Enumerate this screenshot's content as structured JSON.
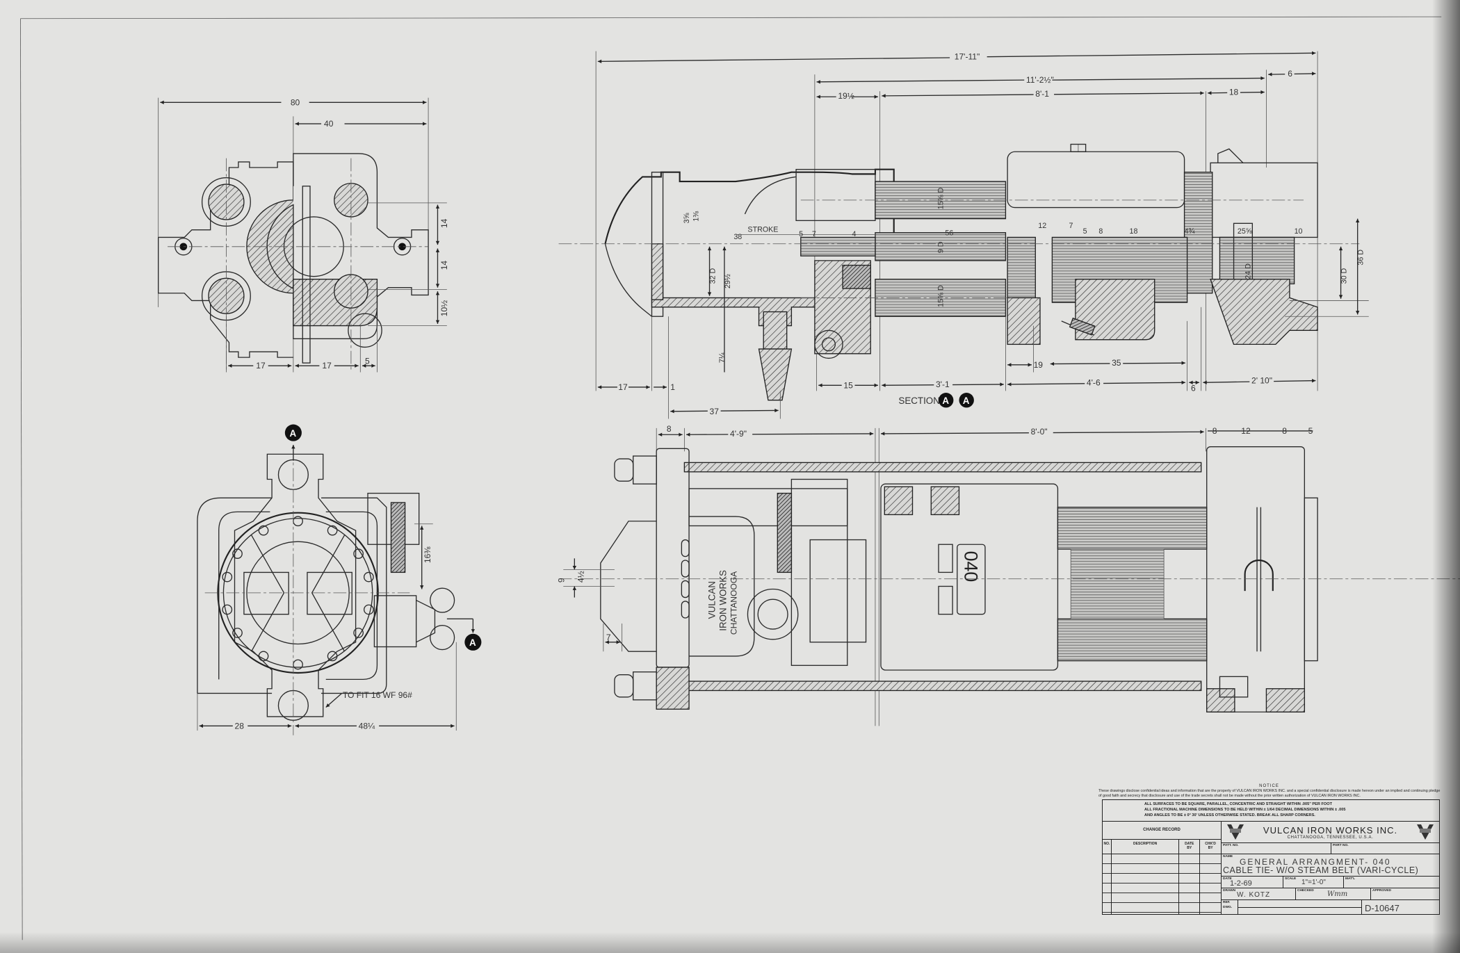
{
  "section_view": {
    "overall_length": "17'-11\"",
    "dim_11_2": "11'-2½\"",
    "dim_6_top": "6",
    "dim_19_half": "19½",
    "dim_8_1": "8'-1",
    "dim_18_top": "18",
    "dim_17": "17",
    "dim_1": "1",
    "dim_37": "37",
    "dim_15": "15",
    "dim_3_1": "3'-1",
    "dim_4_6": "4'-6",
    "dim_6_bottom": "6",
    "dim_2_10": "2' 10\"",
    "dim_19": "19",
    "dim_35": "35",
    "stroke_label": "STROKE",
    "dim_38": "38",
    "dim_5a": "5",
    "dim_7a": "7",
    "dim_4": "4",
    "dim_56": "56",
    "rod_upper": "15⅝ D",
    "rod_mid": "9 D",
    "rod_lower": "15⅝ D",
    "bore_32": "32 D",
    "dim_29_half": "29½",
    "dim_7_quarter": "7¼",
    "dim_12": "12",
    "dim_7b": "7",
    "dim_5b": "5",
    "dim_8": "8",
    "dim_18": "18",
    "dim_4_3_4": "4¾",
    "dim_25_5_8": "25⅝",
    "dim_10": "10",
    "dim_24d": "24 D",
    "dim_30d": "30 D",
    "dim_36d": "36 D",
    "dim_3_5_8": "3⅝",
    "dim_1_3_8": "1⅜",
    "section_label": "SECTION",
    "section_marker_a": "A",
    "section_marker_b": "A"
  },
  "end_view_top": {
    "dim_80": "80",
    "dim_40": "40",
    "dim_14a": "14",
    "dim_14b": "14",
    "dim_10_half": "10½",
    "dim_17a": "17",
    "dim_17b": "17",
    "dim_5": "5"
  },
  "end_view_bottom": {
    "marker_top": "A",
    "marker_right": "A",
    "note": "TO FIT 16 WF 96#",
    "dim_28": "28",
    "dim_48_quarter": "48¼",
    "dim_16_3_8": "16⅜"
  },
  "plan_view": {
    "dim_8a": "8",
    "dim_4_9": "4'-9\"",
    "dim_8_0": "8'-0\"",
    "dim_8b": "8",
    "dim_12": "12",
    "dim_8c": "8",
    "dim_5": "5",
    "dim_9": "9",
    "dim_4_half": "4½",
    "dim_7": "7",
    "cast_line1": "VULCAN",
    "cast_line2": "IRON WORKS",
    "cast_line3": "CHATTANOOGA",
    "model_number": "040"
  },
  "title_block": {
    "notice_heading": "NOTICE",
    "notice_text": "These drawings disclose confidential ideas and information that are the property of VULCAN IRON WORKS INC. and a special confidential disclosure is made hereon under an implied and continuing pledge of good faith and secrecy that disclosure and use of the trade secrets shall not be made without the prior written authorization of VULCAN IRON WORKS INC.",
    "tolerance_line1": "ALL SURFACES TO BE SQUARE, PARALLEL, CONCENTRIC AND STRAIGHT WITHIN .005\" PER FOOT",
    "tolerance_line2": "ALL FRACTIONAL MACHINE DIMENSIONS TO BE HELD WITHIN ± 1/64   DECIMAL DIMENSIONS WITHIN ± .005",
    "tolerance_line3": "AND ANGLES TO BE ± 0° 30' UNLESS OTHERWISE STATED. BREAK ALL SHARP CORNERS.",
    "change_record": "CHANGE RECORD",
    "col_no": "NO.",
    "col_description": "DESCRIPTION",
    "col_date": "DATE",
    "col_date_by": "BY",
    "col_chkd": "CHK'D",
    "col_chkd_by": "BY",
    "company": "VULCAN IRON WORKS INC.",
    "location": "CHATTANOOGA, TENNESSEE, U.S.A.",
    "patt_no_label": "PATT. NO.",
    "part_no_label": "PART NO.",
    "name_label": "NAME",
    "name_line1": "GENERAL ARRANGMENT- 040",
    "name_line2": "CABLE TIE- W/O STEAM BELT (VARI-CYCLE)",
    "date_label": "DATE",
    "date_value": "1-2-69",
    "scale_label": "SCALE",
    "scale_value": "1\"=1'-0\"",
    "matl_label": "MAT'L",
    "drawn_label": "DRAWN",
    "drawn_value": "W. KOTZ",
    "checked_label": "CHECKED",
    "checked_value": "Wmm",
    "approved_label": "APPROVED",
    "ref_label": "REF.",
    "dwg_label": "DWG.",
    "drawing_number": "D-10647"
  }
}
